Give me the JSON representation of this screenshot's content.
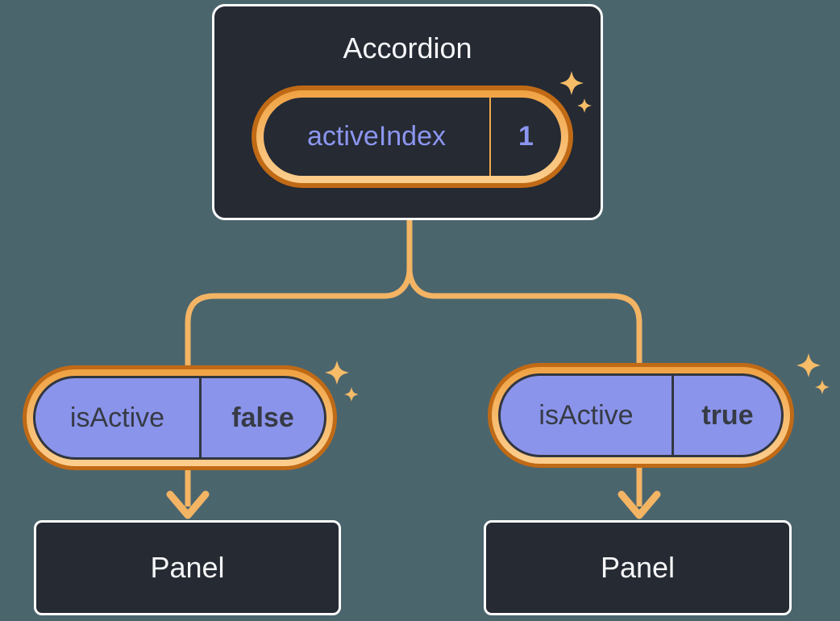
{
  "diagram": {
    "root": {
      "title": "Accordion",
      "state": {
        "name": "activeIndex",
        "value": "1"
      }
    },
    "children": [
      {
        "prop": {
          "name": "isActive",
          "value": "false"
        },
        "target": "Panel"
      },
      {
        "prop": {
          "name": "isActive",
          "value": "true"
        },
        "target": "Panel"
      }
    ],
    "icons": {
      "sparkle": "sparkle-icon",
      "arrow": "arrow-down-icon"
    },
    "colors": {
      "background": "#4B656D",
      "card_bg": "#252A33",
      "card_border": "#FFFFFF",
      "highlight_ring_outer": "#C06A16",
      "highlight_ring_inner": "#F8BE72",
      "connector": "#F3B464",
      "sparkle": "#F7BC68",
      "pill_purple": "#8B94EB",
      "pill_dark_border": "#31363F",
      "text_light": "#F6F7F9",
      "text_dark": "#363B45",
      "text_purple": "#8C96F0",
      "state_divider": "#EFA94A"
    }
  }
}
